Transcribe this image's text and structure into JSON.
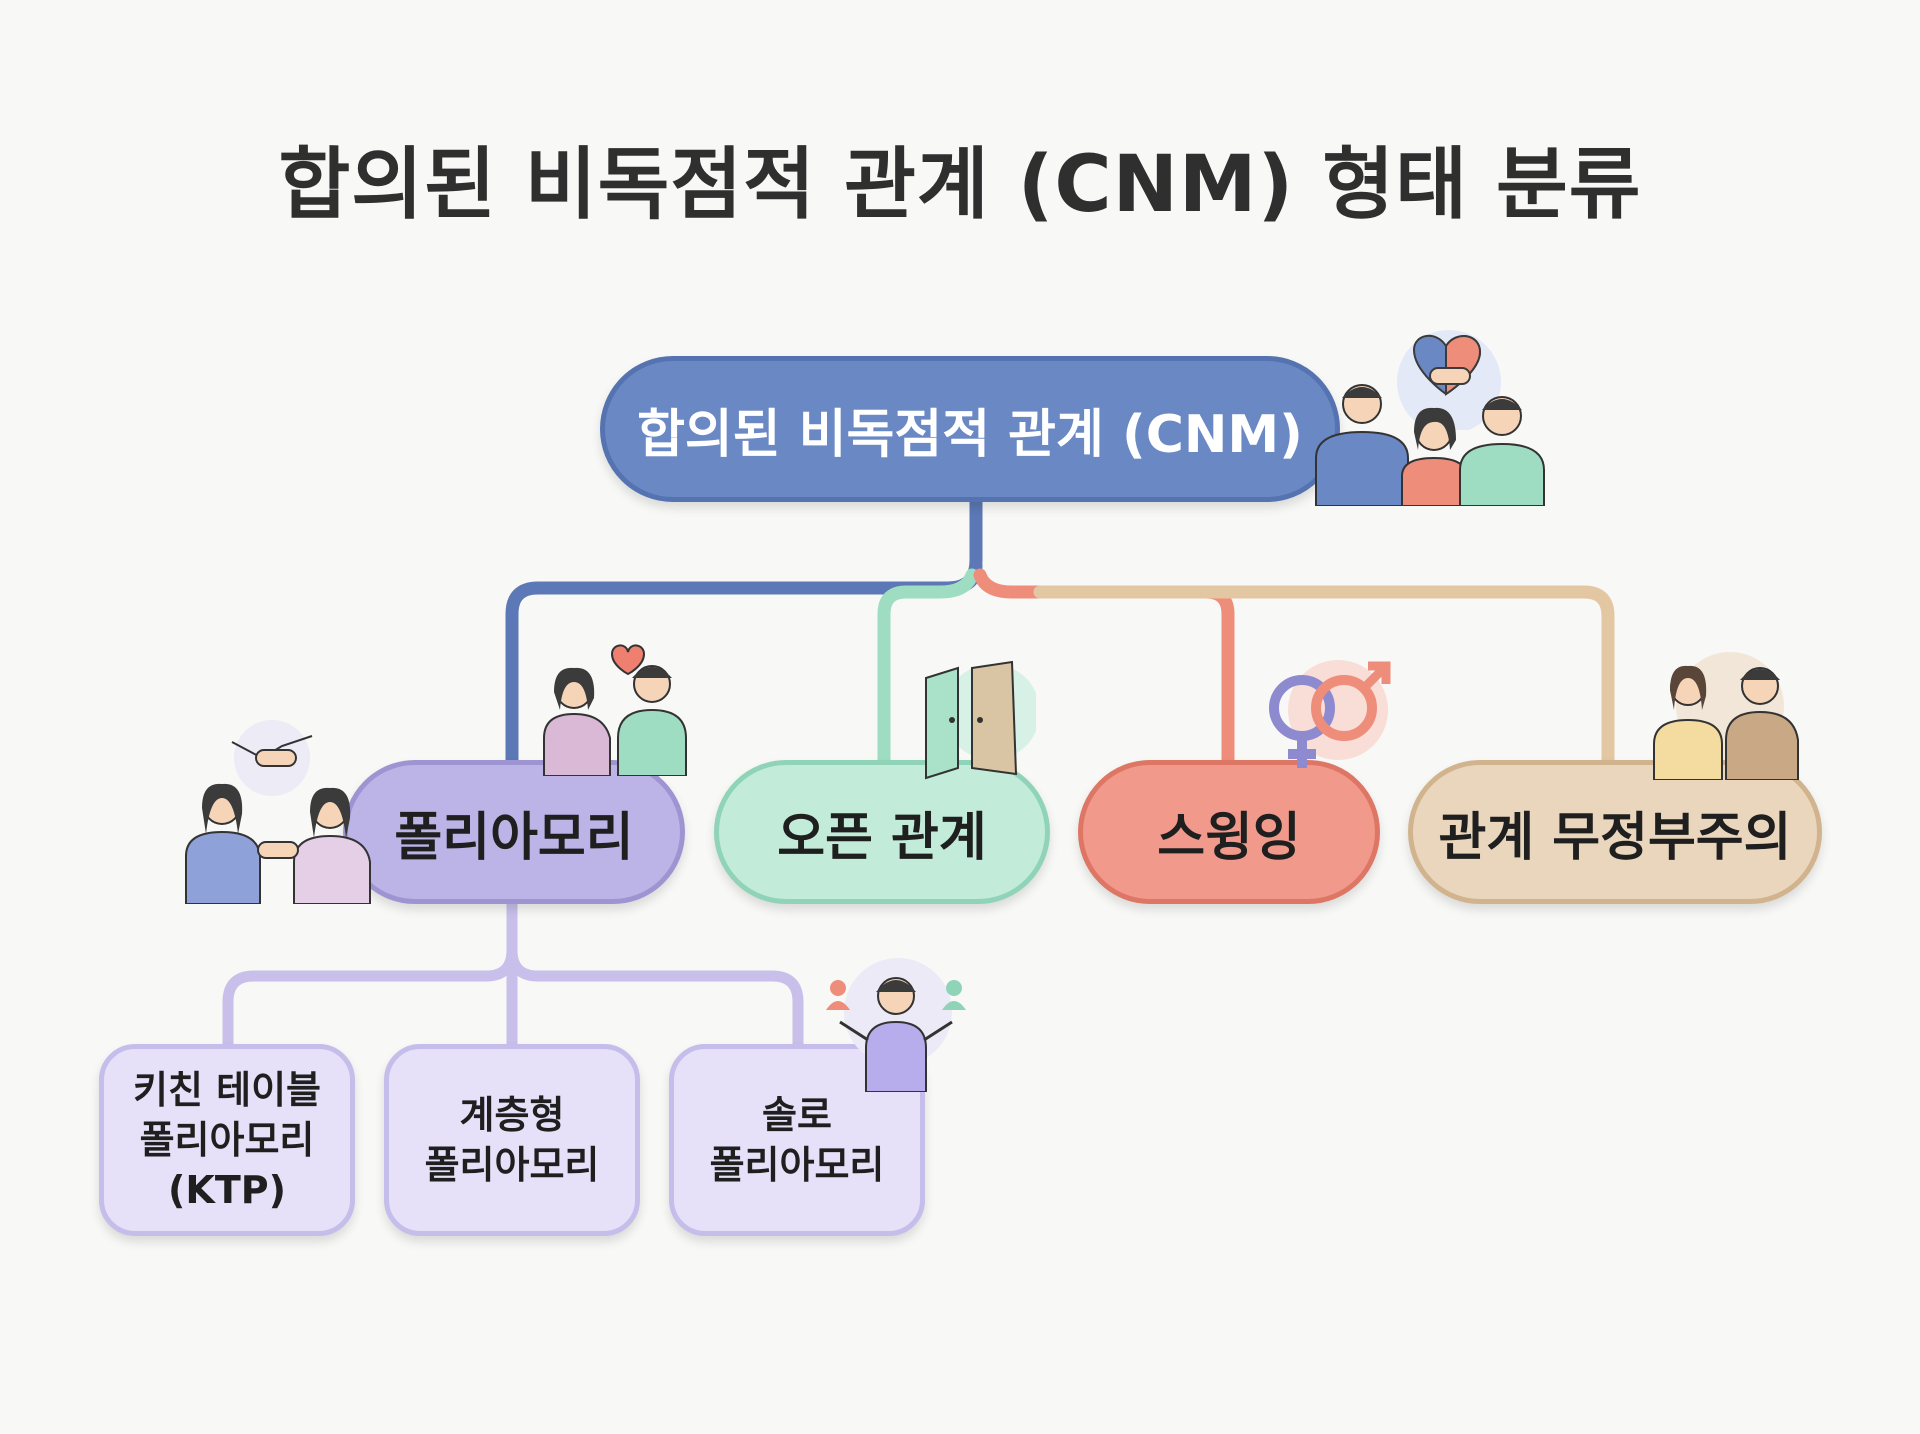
{
  "title": "합의된 비독점적 관계 (CNM) 형태 분류",
  "root": {
    "label": "합의된 비독점적 관계 (CNM)"
  },
  "branches": [
    {
      "label": "폴리아모리"
    },
    {
      "label": "오픈 관계"
    },
    {
      "label": "스윙잉"
    },
    {
      "label": "관계 무정부주의"
    }
  ],
  "polyamory_types": [
    {
      "lines": [
        "키친 테이블",
        "폴리아모리",
        "(KTP)"
      ]
    },
    {
      "lines": [
        "계층형",
        "폴리아모리"
      ]
    },
    {
      "lines": [
        "솔로",
        "폴리아모리"
      ]
    }
  ],
  "colors": {
    "root": "#6a88c4",
    "polyamory": "#bcb3e6",
    "open": "#c3ebda",
    "swinging": "#f1998a",
    "anarchy": "#ead6bd",
    "leaf": "#e6e1f8"
  },
  "icons": [
    "handshake-heart-icon",
    "group-of-three-people-icon",
    "couple-heart-icon",
    "handshake-icon",
    "two-women-holding-hands-icon",
    "open-door-icon",
    "gender-symbols-icon",
    "two-friends-icon",
    "person-balancing-icon"
  ]
}
